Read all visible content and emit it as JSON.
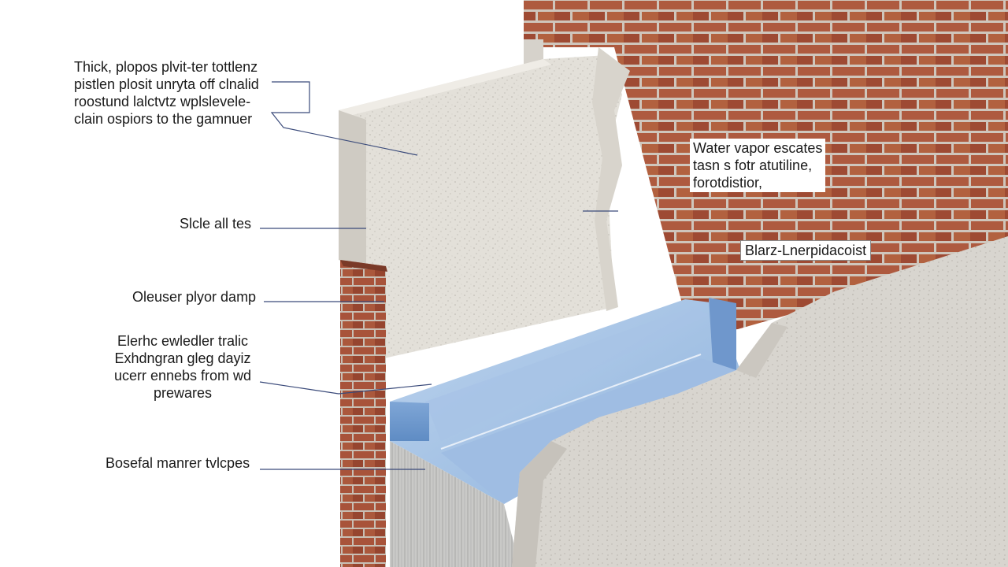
{
  "labels": {
    "plaster_note": {
      "lines": [
        "Thick, plopos plvit-ter tottlenz",
        "pistlen plosit unryta off clnalid",
        "roostund lalctvtz wplslevele-",
        "clain ospiors to the gamnuer"
      ]
    },
    "water_vapor": {
      "lines": [
        "Water vapor escates",
        "tasn s fotr atutiline,",
        "forotdistior,"
      ]
    },
    "side_label": "Slcle all tes",
    "brick_label": "Blarz-Lnerpidacoist",
    "damp_label": "Oleuser plyor damp",
    "membrane_note": {
      "lines": [
        "Elerhc ewledler tralic",
        "Exhdngran gleg dayiz",
        "ucerr ennebs from wd",
        "prewares"
      ]
    },
    "base_label": "Bosefal manrer tvlcpes"
  },
  "colors": {
    "brick": "#a9533a",
    "mortar": "#cfc6bc",
    "plaster": "#e2dfd8",
    "membrane": "#8fb3dc",
    "leader_line": "#3a4a7a"
  }
}
